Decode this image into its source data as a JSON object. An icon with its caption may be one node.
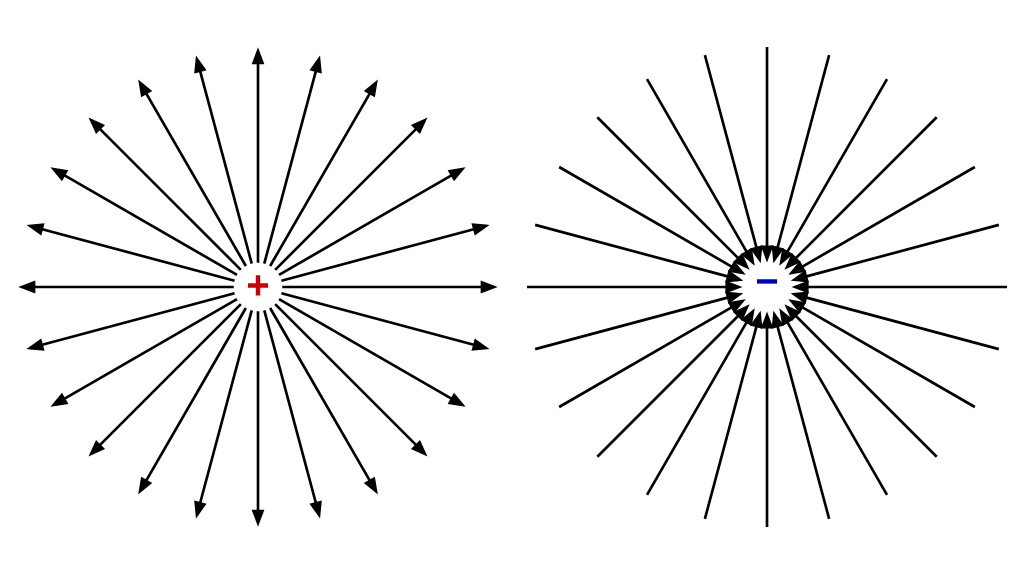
{
  "diagram": {
    "nodes": [
      {
        "text": [
          "+"
        ]
      },
      {
        "text": [
          "−"
        ]
      }
    ],
    "edges": [
      {
        "from": 0,
        "to": null,
        "arrow": "to"
      },
      {
        "from": 0,
        "to": null,
        "arrow": "to"
      },
      {
        "from": 0,
        "to": null,
        "arrow": "to"
      },
      {
        "from": 0,
        "to": null,
        "arrow": "to"
      },
      {
        "from": 0,
        "to": null,
        "arrow": "to"
      },
      {
        "from": 0,
        "to": null,
        "arrow": "to"
      },
      {
        "from": 0,
        "to": null,
        "arrow": "to"
      },
      {
        "from": 0,
        "to": null,
        "arrow": "to"
      },
      {
        "from": 0,
        "to": null,
        "arrow": "to"
      },
      {
        "from": 0,
        "to": null,
        "arrow": "to"
      },
      {
        "from": 0,
        "to": null,
        "arrow": "to"
      },
      {
        "from": 0,
        "to": null,
        "arrow": "to"
      },
      {
        "from": 0,
        "to": null,
        "arrow": "to"
      },
      {
        "from": 0,
        "to": null,
        "arrow": "to"
      },
      {
        "from": 0,
        "to": null,
        "arrow": "to"
      },
      {
        "from": 0,
        "to": null,
        "arrow": "to"
      },
      {
        "from": 0,
        "to": null,
        "arrow": "to"
      },
      {
        "from": 0,
        "to": null,
        "arrow": "to"
      },
      {
        "from": 0,
        "to": null,
        "arrow": "to"
      },
      {
        "from": 0,
        "to": null,
        "arrow": "to"
      },
      {
        "from": 0,
        "to": null,
        "arrow": "to"
      },
      {
        "from": 0,
        "to": null,
        "arrow": "to"
      },
      {
        "from": 0,
        "to": null,
        "arrow": "to"
      },
      {
        "from": 0,
        "to": null,
        "arrow": "to"
      },
      {
        "from": null,
        "to": 1,
        "arrow": "to"
      },
      {
        "from": null,
        "to": 1,
        "arrow": "to"
      },
      {
        "from": null,
        "to": 1,
        "arrow": "to"
      },
      {
        "from": null,
        "to": 1,
        "arrow": "to"
      },
      {
        "from": null,
        "to": 1,
        "arrow": "to"
      },
      {
        "from": null,
        "to": 1,
        "arrow": "to"
      },
      {
        "from": null,
        "to": 1,
        "arrow": "to"
      },
      {
        "from": null,
        "to": 1,
        "arrow": "to"
      },
      {
        "from": null,
        "to": 1,
        "arrow": "to"
      },
      {
        "from": null,
        "to": 1,
        "arrow": "to"
      },
      {
        "from": null,
        "to": 1,
        "arrow": "to"
      },
      {
        "from": null,
        "to": 1,
        "arrow": "to"
      },
      {
        "from": null,
        "to": 1,
        "arrow": "to"
      },
      {
        "from": null,
        "to": 1,
        "arrow": "to"
      },
      {
        "from": null,
        "to": 1,
        "arrow": "to"
      },
      {
        "from": null,
        "to": 1,
        "arrow": "to"
      },
      {
        "from": null,
        "to": 1,
        "arrow": "to"
      },
      {
        "from": null,
        "to": 1,
        "arrow": "to"
      },
      {
        "from": null,
        "to": 1,
        "arrow": "to"
      },
      {
        "from": null,
        "to": 1,
        "arrow": "to"
      },
      {
        "from": null,
        "to": 1,
        "arrow": "to"
      },
      {
        "from": null,
        "to": 1,
        "arrow": "to"
      },
      {
        "from": null,
        "to": 1,
        "arrow": "to"
      },
      {
        "from": null,
        "to": 1,
        "arrow": "to"
      }
    ]
  }
}
